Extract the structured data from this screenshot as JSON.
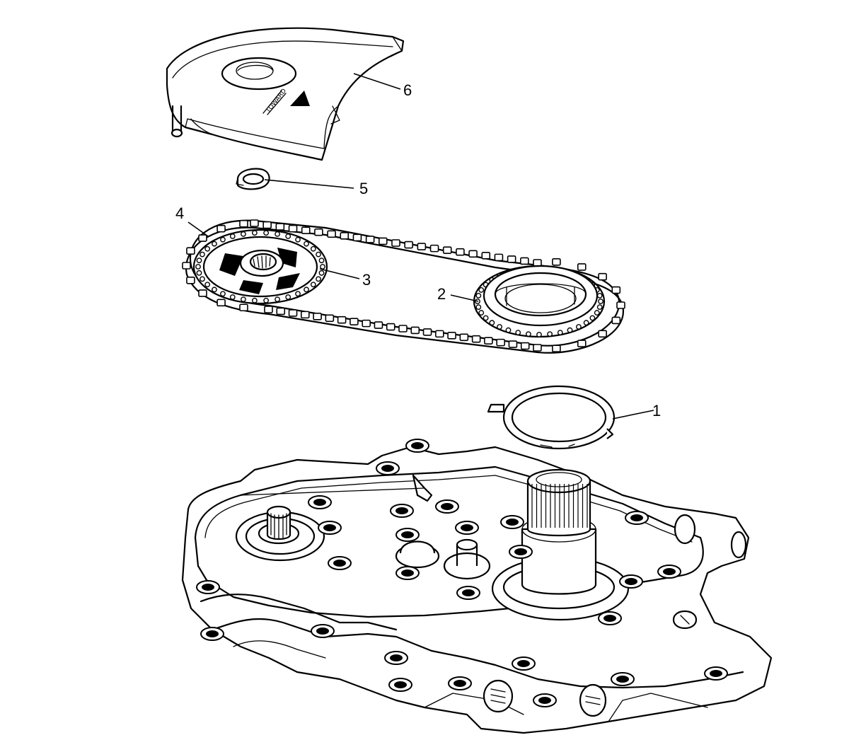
{
  "callouts": [
    {
      "id": "1",
      "label": "1"
    },
    {
      "id": "2",
      "label": "2"
    },
    {
      "id": "3",
      "label": "3"
    },
    {
      "id": "4",
      "label": "4"
    },
    {
      "id": "5",
      "label": "5"
    },
    {
      "id": "6",
      "label": "6"
    }
  ],
  "cover_marking": "TOWARD",
  "colors": {
    "ink": "#000000",
    "paper": "#ffffff"
  },
  "icons": {
    "cover": "chain-cover-icon",
    "snap_ring": "snap-ring-icon",
    "chain": "drive-chain-icon",
    "drive_sprocket": "drive-sprocket-icon",
    "driven_sprocket": "driven-sprocket-icon",
    "thrust_washer": "thrust-washer-icon",
    "case": "transfer-case-icon"
  }
}
